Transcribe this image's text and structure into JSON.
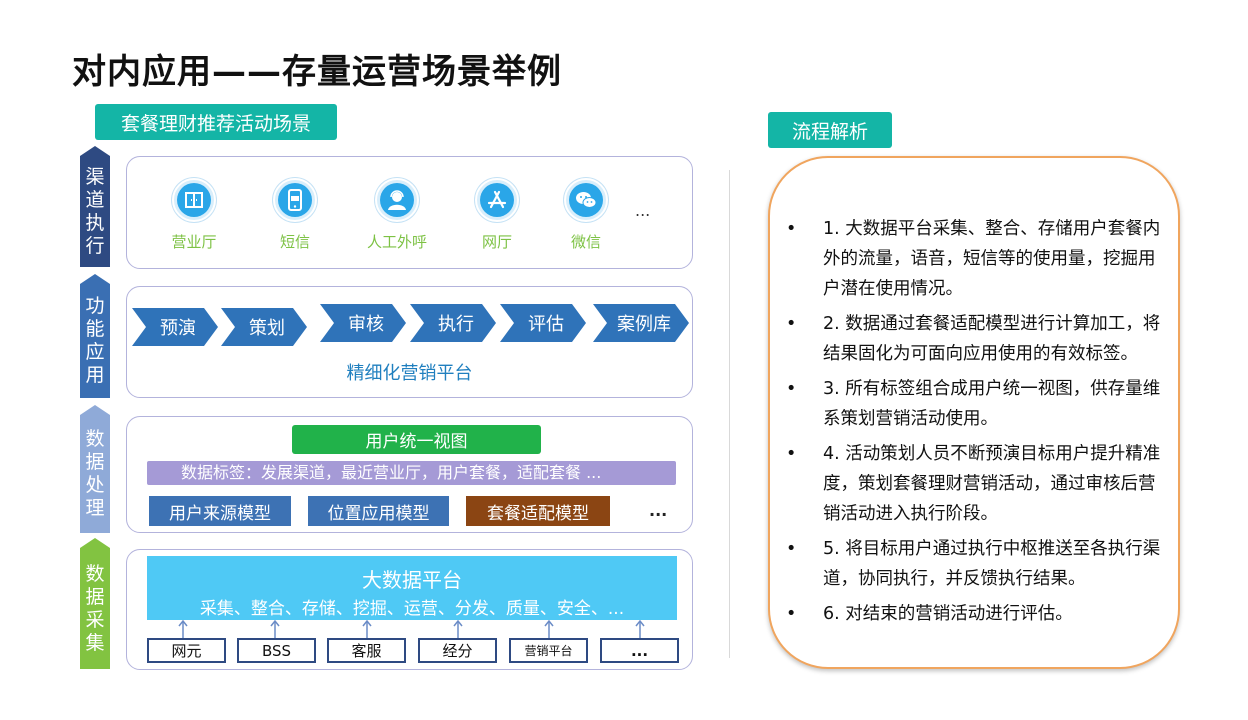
{
  "title": "对内应用——存量运营场景举例",
  "scene_tag": "套餐理财推荐活动场景",
  "flow_tag": "流程解析",
  "side_labels": [
    "渠道执行",
    "功能应用",
    "数据处理",
    "数据采集"
  ],
  "channels": [
    {
      "label": "营业厅",
      "icon": "store-icon"
    },
    {
      "label": "短信",
      "icon": "sms-phone-icon"
    },
    {
      "label": "人工外呼",
      "icon": "agent-icon"
    },
    {
      "label": "网厅",
      "icon": "app-store-icon"
    },
    {
      "label": "微信",
      "icon": "wechat-icon"
    }
  ],
  "channel_more": "...",
  "steps": [
    "预演",
    "策划",
    "审核",
    "执行",
    "评估",
    "案例库"
  ],
  "platform_label": "精细化营销平台",
  "user_view": "用户统一视图",
  "data_tags": "数据标签：发展渠道，最近营业厅，用户套餐，适配套餐 ...",
  "models": [
    "用户来源模型",
    "位置应用模型",
    "套餐适配模型"
  ],
  "models_more": "...",
  "bigdata_title": "大数据平台",
  "bigdata_sub": "采集、整合、存储、挖掘、运营、分发、质量、安全、...",
  "sources": [
    "网元",
    "BSS",
    "客服",
    "经分",
    "营销平台",
    "..."
  ],
  "flow_bullet": "•",
  "flow_items": [
    "1. 大数据平台采集、整合、存储用户套餐内外的流量，语音，短信等的使用量，挖掘用户潜在使用情况。",
    "2. 数据通过套餐适配模型进行计算加工，将结果固化为可面向应用使用的有效标签。",
    "3. 所有标签组合成用户统一视图，供存量维系策划营销活动使用。",
    "4. 活动策划人员不断预演目标用户提升精准度，策划套餐理财营销活动，通过审核后营销活动进入执行阶段。",
    "5. 将目标用户通过执行中枢推送至各执行渠道，协同执行，并反馈执行结果。",
    "6. 对结束的营销活动进行评估。"
  ],
  "colors": {
    "teal": "#14b5a6",
    "navy": "#2e4a82",
    "blue": "#3a6fb3",
    "light_blue": "#8faad8",
    "green": "#82c341",
    "step_blue": "#2f73b9",
    "user_view_green": "#21b24a",
    "tag_purple": "#a59ad6",
    "model_brown": "#8b4513",
    "bigdata_cyan": "#4fc9f5",
    "flow_border": "#f0a55e"
  }
}
